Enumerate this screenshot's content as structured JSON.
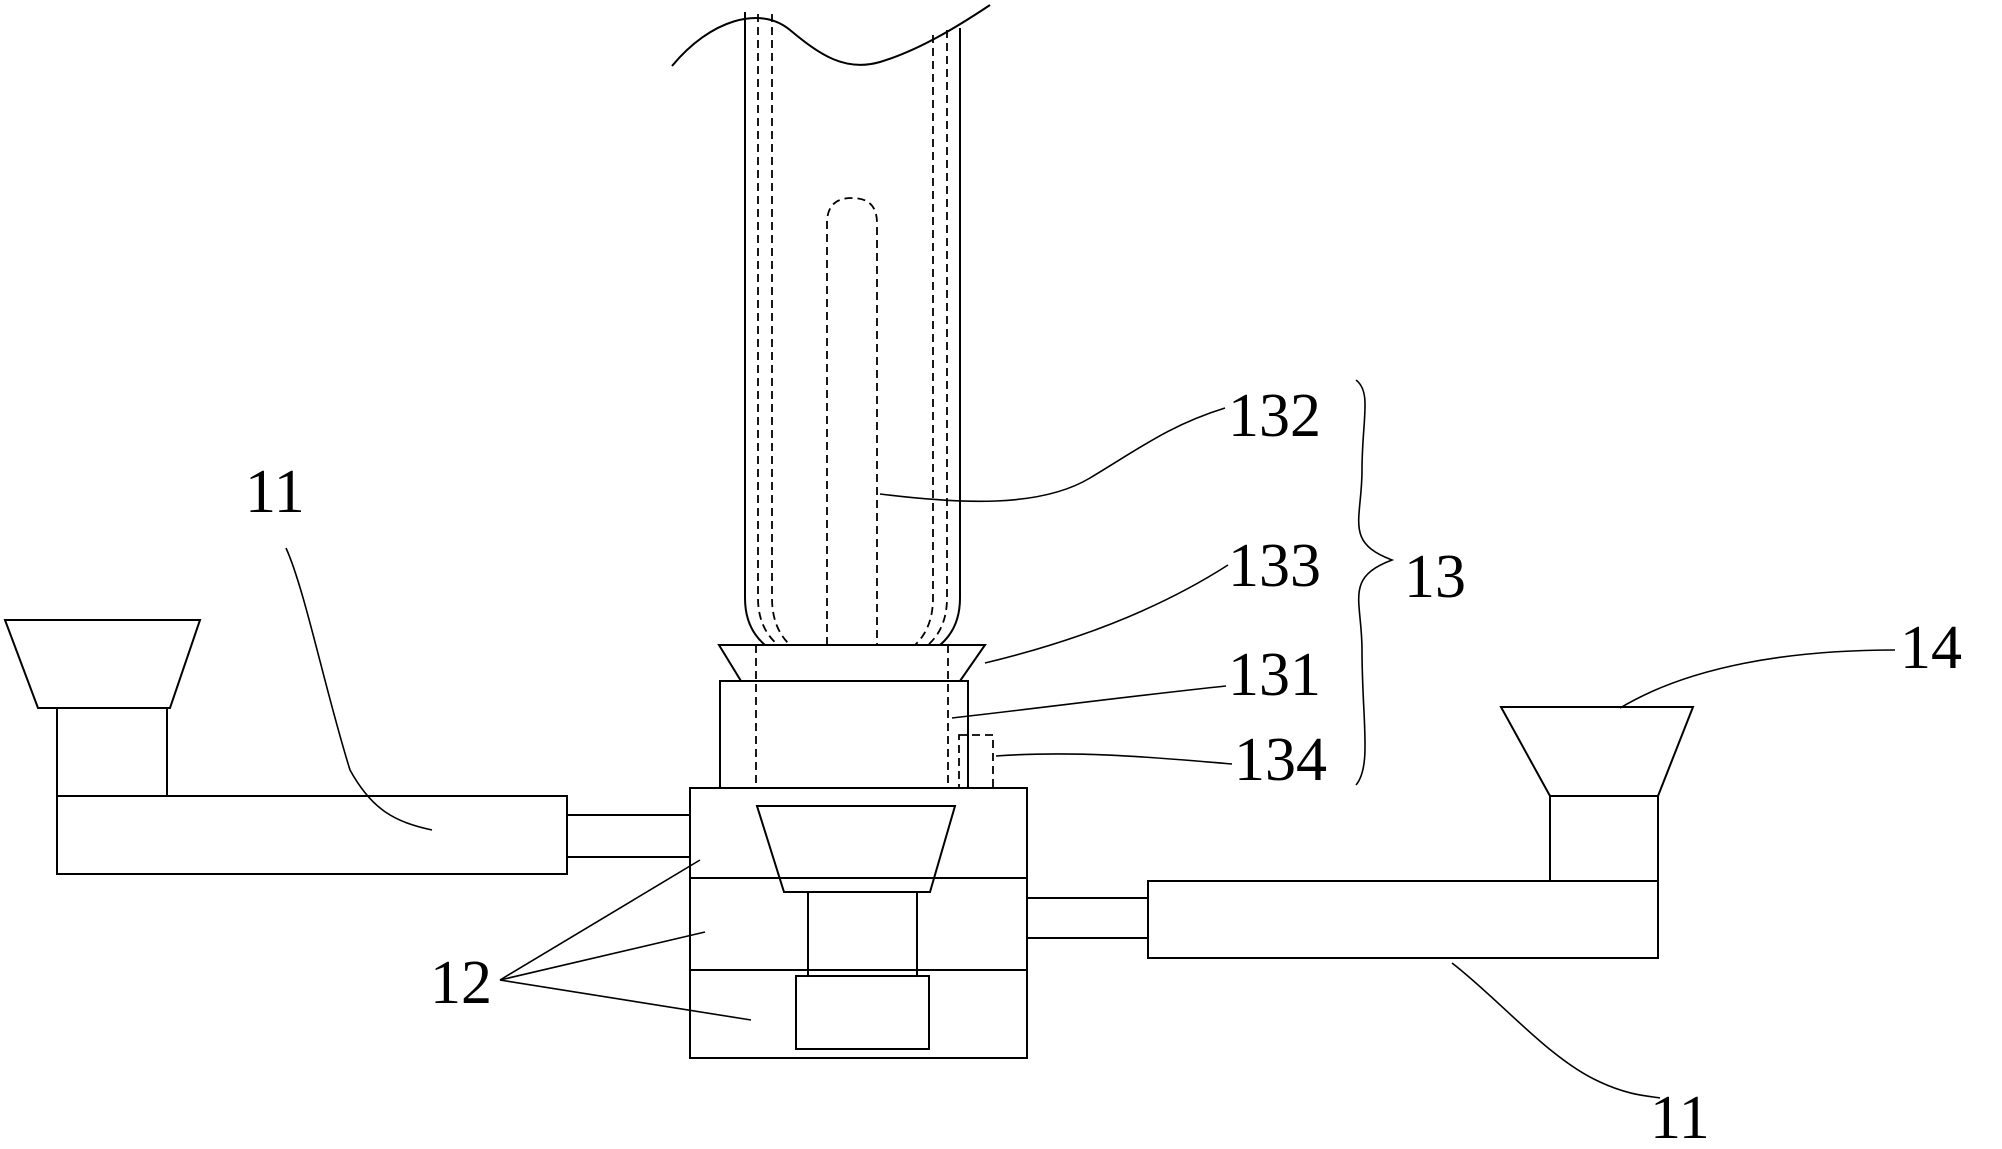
{
  "labels": {
    "pipe_left": "11",
    "pipe_right": "11",
    "body_blocks": "12",
    "assembly": "13",
    "wick": "132",
    "collar": "133",
    "base_sleeve": "131",
    "small_part": "134",
    "right_hopper": "14"
  }
}
